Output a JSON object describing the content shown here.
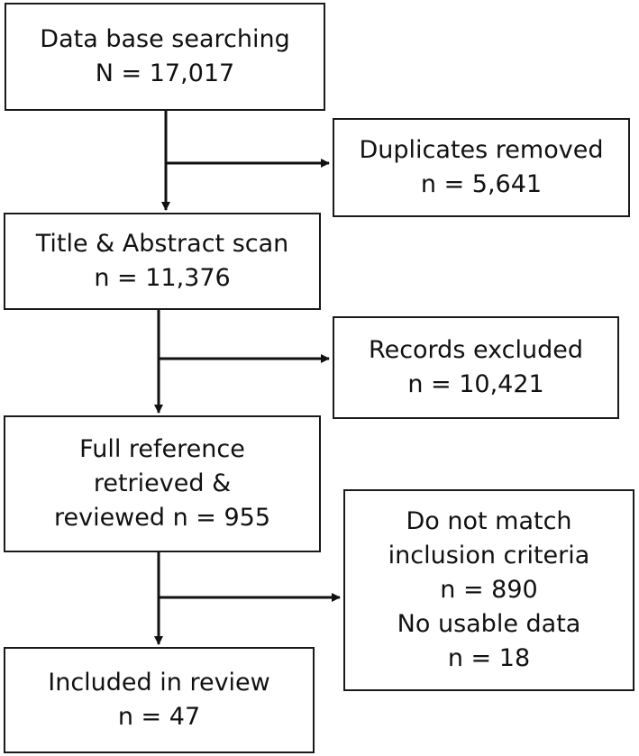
{
  "flowchart": {
    "main": [
      {
        "id": "search",
        "lines": [
          "Data base searching",
          "N = 17,017"
        ]
      },
      {
        "id": "screen",
        "lines": [
          "Title & Abstract scan",
          "n = 11,376"
        ]
      },
      {
        "id": "fulltext",
        "lines": [
          "Full reference",
          "retrieved &",
          "reviewed n = 955"
        ]
      },
      {
        "id": "included",
        "lines": [
          "Included in review",
          "n = 47"
        ]
      }
    ],
    "side": [
      {
        "id": "duplicates",
        "lines": [
          "Duplicates removed",
          "n = 5,641"
        ]
      },
      {
        "id": "excluded",
        "lines": [
          "Records excluded",
          "n = 10,421"
        ]
      },
      {
        "id": "nomatch",
        "lines": [
          "Do not match",
          "inclusion criteria",
          "n = 890",
          "No usable data",
          "n = 18"
        ]
      }
    ]
  }
}
